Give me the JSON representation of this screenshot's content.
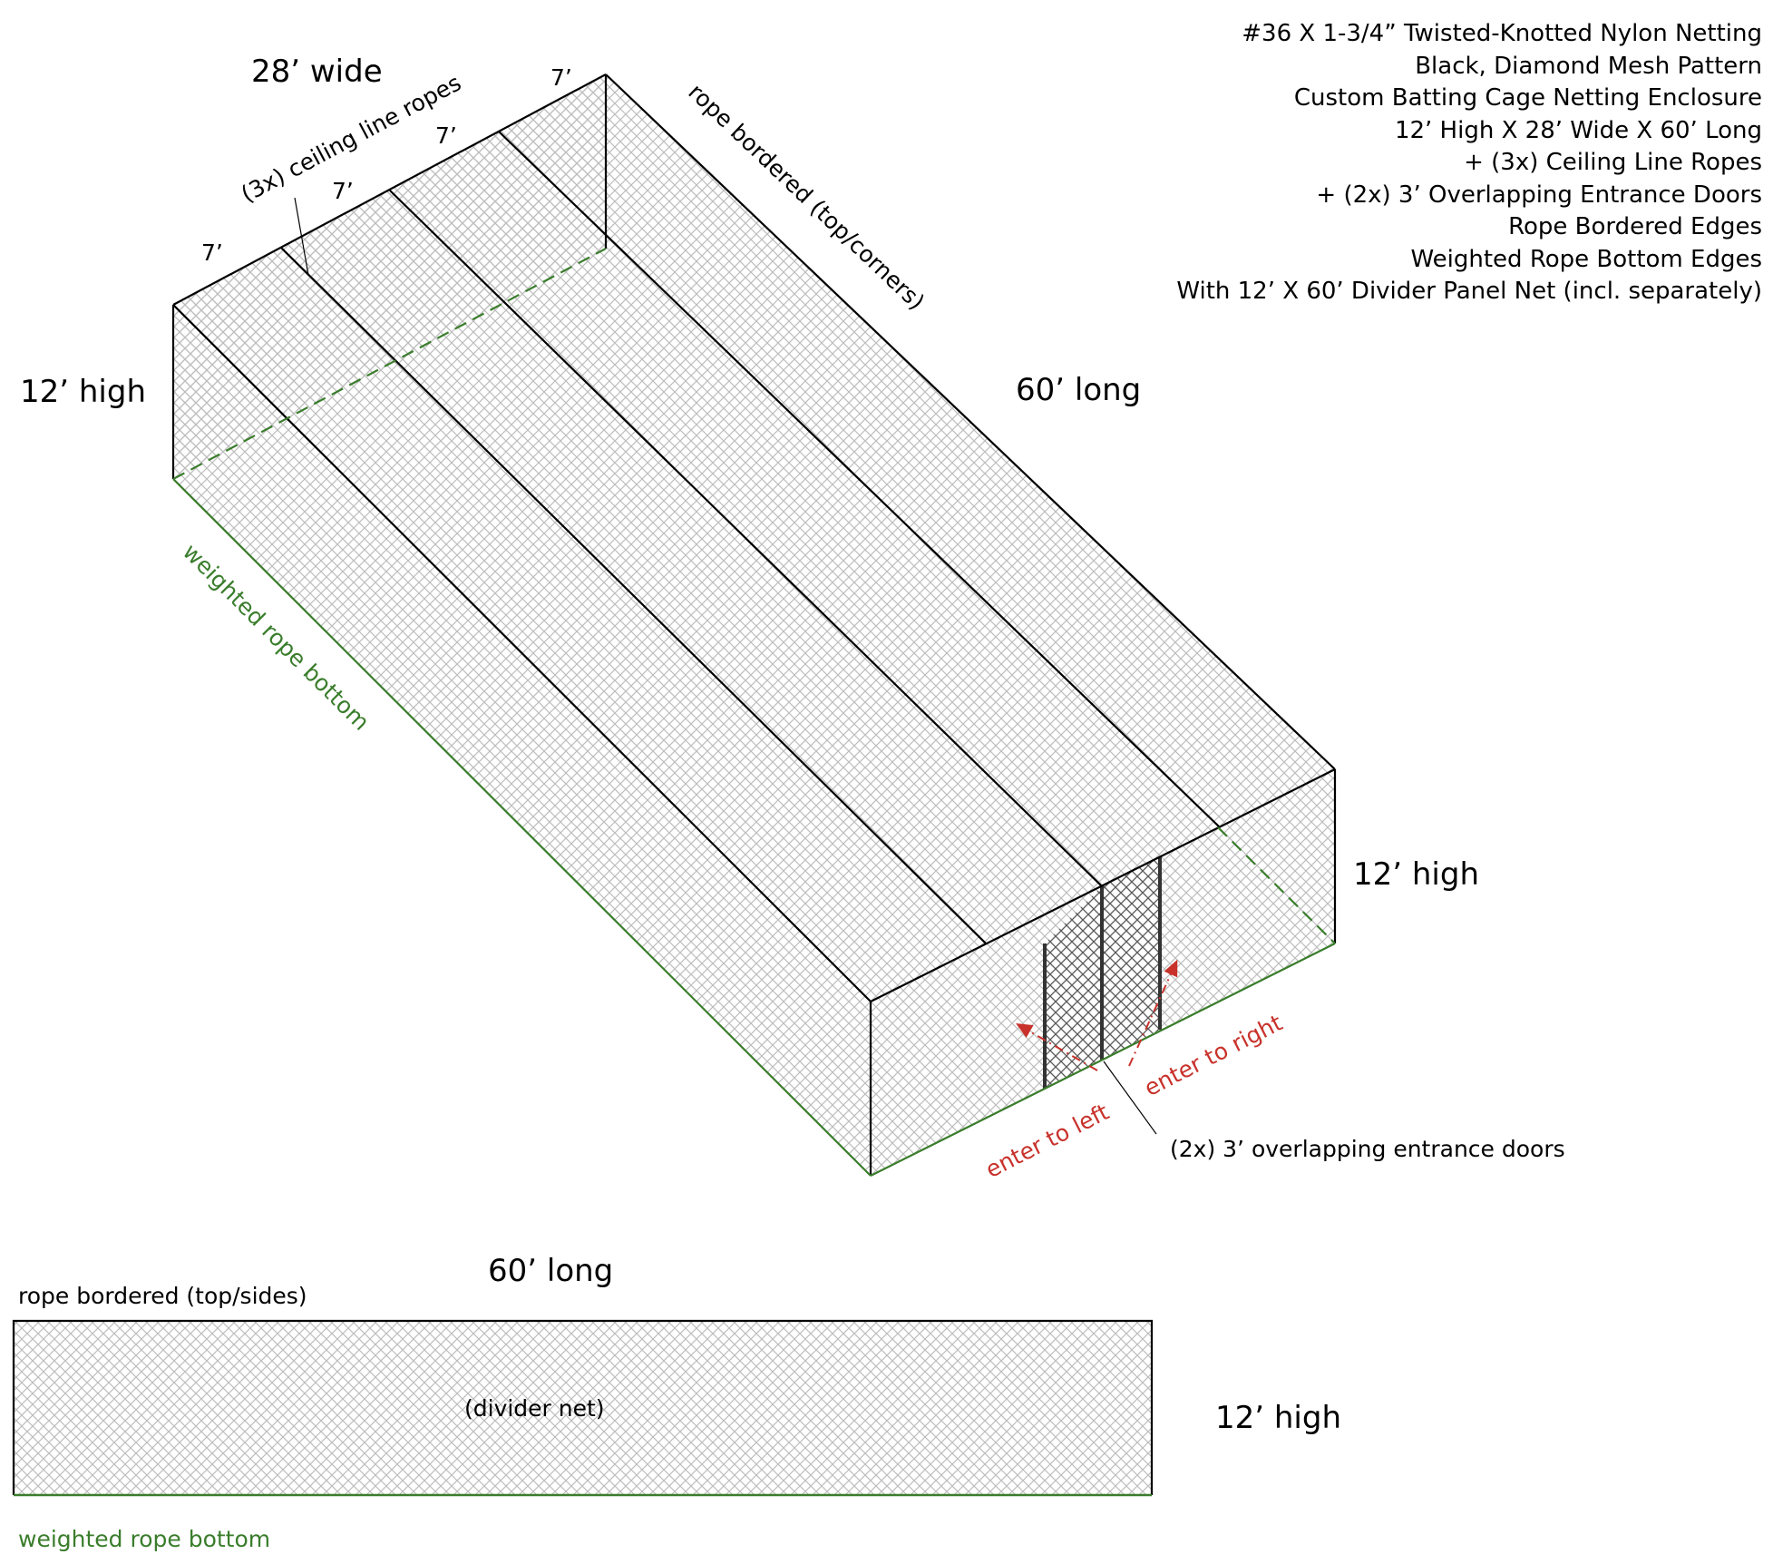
{
  "spec": {
    "lines": [
      "#36 X 1-3/4” Twisted-Knotted Nylon Netting",
      "Black, Diamond Mesh Pattern",
      "Custom Batting Cage Netting Enclosure",
      "12’ High X 28’ Wide X 60’ Long",
      "+ (3x) Ceiling Line Ropes",
      "+ (2x) 3’ Overlapping Entrance Doors",
      "Rope Bordered Edges",
      "Weighted Rope Bottom Edges",
      "With 12’ X 60’ Divider Panel Net (incl. separately)"
    ]
  },
  "cage": {
    "width_label": "28’ wide",
    "length_label": "60’ long",
    "height_label_left": "12’ high",
    "height_label_right": "12’ high",
    "ceiling_ropes_label": "(3x) ceiling line ropes",
    "section_labels": [
      "7’",
      "7’",
      "7’",
      "7’"
    ],
    "rope_bordered_label": "rope bordered (top/corners)",
    "weighted_bottom_label": "weighted rope bottom",
    "doors_label": "(2x) 3’ overlapping entrance doors",
    "enter_left_label": "enter to left",
    "enter_right_label": "enter to right"
  },
  "divider": {
    "length_label": "60’ long",
    "height_label": "12’ high",
    "top_label": "rope bordered (top/sides)",
    "center_label": "(divider net)",
    "bottom_label": "weighted rope bottom"
  },
  "colors": {
    "rope": "#000000",
    "weighted_rope": "#3a7d2c",
    "arrow": "#c8322b",
    "mesh": "#b8b8b8",
    "door_mesh": "#555555"
  }
}
